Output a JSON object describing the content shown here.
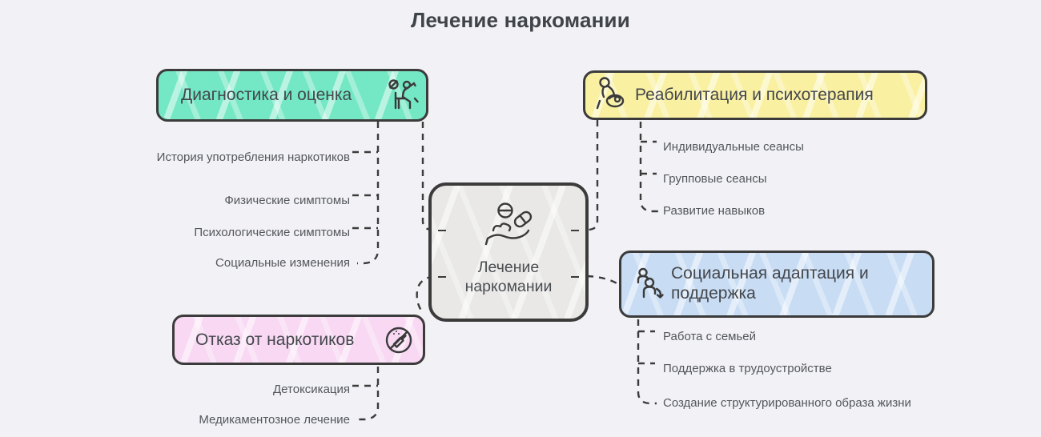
{
  "title": "Лечение наркомании",
  "center": {
    "label": "Лечение наркомании",
    "icon": "hand-pills-icon",
    "fill": "#e9e8e6"
  },
  "branches": {
    "diagnostics": {
      "label": "Диагностика и оценка",
      "icon": "doctor-patient-icon",
      "fill": "#74e7c4",
      "items": [
        "История употребления наркотиков",
        "Физические симптомы",
        "Психологические симптомы",
        "Социальные изменения"
      ]
    },
    "rehab": {
      "label": "Реабилитация и психотерапия",
      "icon": "caregiver-icon",
      "fill": "#f9f0a1",
      "items": [
        "Индивидуальные сеансы",
        "Групповые сеансы",
        "Развитие навыков"
      ]
    },
    "refusal": {
      "label": "Отказ от наркотиков",
      "icon": "no-drugs-icon",
      "fill": "#f8d8f3",
      "items": [
        "Детоксикация",
        "Медикаментозное лечение"
      ]
    },
    "social": {
      "label": "Социальная адаптация и поддержка",
      "icon": "people-arrow-icon",
      "fill": "#c8dcf4",
      "items": [
        "Работа с семьей",
        "Поддержка в трудоустройстве",
        "Создание структурированного образа жизни"
      ]
    }
  },
  "colors": {
    "background": "#f2f2f6",
    "border": "#3b3b3b",
    "line": "#3b3b3b",
    "title_text": "#3f434a",
    "label_text": "#44474c",
    "item_text": "#53565b"
  }
}
